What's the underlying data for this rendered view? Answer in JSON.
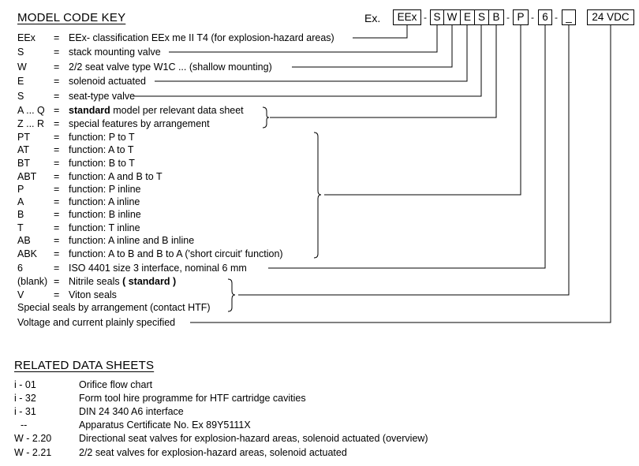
{
  "title": "MODEL CODE KEY",
  "example": {
    "prefix": "Ex.",
    "boxes": [
      "EEx",
      "S",
      "W",
      "E",
      "S",
      "B",
      "P",
      "6",
      "_",
      "24 VDC"
    ],
    "separator": "-"
  },
  "key_rows": [
    {
      "code": "EEx",
      "eq": "=",
      "desc": "EEx- classification EEx me II T4 (for explosion-hazard areas)"
    },
    {
      "code": "S",
      "eq": "=",
      "desc": "stack mounting valve"
    },
    {
      "code": "W",
      "eq": "=",
      "desc": "2/2 seat valve type W1C ... (shallow mounting)"
    },
    {
      "code": "E",
      "eq": "=",
      "desc": "solenoid actuated"
    },
    {
      "code": "S",
      "eq": "=",
      "desc": "seat-type valve"
    },
    {
      "code": "A ... Q",
      "eq": "=",
      "desc_bold": "standard",
      "desc": " model per relevant data sheet"
    },
    {
      "code": "Z ... R",
      "eq": "=",
      "desc": "special features by arrangement"
    },
    {
      "code": "PT",
      "eq": "=",
      "desc": "function:  P to T"
    },
    {
      "code": "AT",
      "eq": "=",
      "desc": "function:  A to T"
    },
    {
      "code": "BT",
      "eq": "=",
      "desc": "function:  B to T"
    },
    {
      "code": "ABT",
      "eq": "=",
      "desc": "function:  A and B  to  T"
    },
    {
      "code": "P",
      "eq": "=",
      "desc": "function:  P inline"
    },
    {
      "code": "A",
      "eq": "=",
      "desc": "function:  A inline"
    },
    {
      "code": "B",
      "eq": "=",
      "desc": "function:  B inline"
    },
    {
      "code": "T",
      "eq": "=",
      "desc": "function:  T inline"
    },
    {
      "code": "AB",
      "eq": "=",
      "desc": "function:  A inline and B inline"
    },
    {
      "code": "ABK",
      "eq": "=",
      "desc": "function:  A to B  and  B to A ('short circuit' function)"
    },
    {
      "code": "6",
      "eq": "=",
      "desc": "ISO 4401 size 3 interface, nominal 6 mm"
    },
    {
      "code": "(blank)",
      "eq": "=",
      "desc": "Nitrile seals ",
      "desc_bold_tail": "( standard )"
    },
    {
      "code": "V",
      "eq": "=",
      "desc": "Viton seals"
    }
  ],
  "special_seals": "Special seals by arrangement (contact HTF)",
  "voltage": "Voltage and current plainly specified",
  "related": {
    "title": "RELATED DATA SHEETS",
    "rows": [
      {
        "code": "i - 01",
        "desc": "Orifice flow chart"
      },
      {
        "code": "i - 32",
        "desc": "Form tool hire programme for HTF cartridge cavities"
      },
      {
        "code": "i - 31",
        "desc": "DIN 24 340  A6  interface"
      },
      {
        "code": "--",
        "desc": "Apparatus Certificate No. Ex 89Y5111X"
      },
      {
        "code": "W - 2.20",
        "desc": "Directional seat valves for explosion-hazard areas, solenoid actuated (overview)"
      },
      {
        "code": "W - 2.21",
        "desc": "2/2 seat valves for explosion-hazard areas, solenoid actuated"
      }
    ]
  }
}
